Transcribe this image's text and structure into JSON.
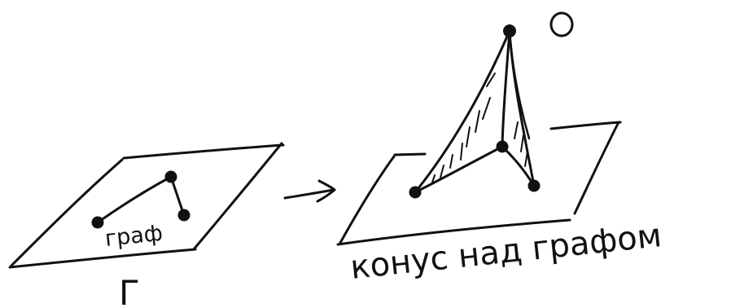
{
  "left_figure": {
    "graph_label": "граф",
    "plane_label": "Г"
  },
  "right_figure": {
    "apex_label": "O",
    "caption": "конус над графом"
  },
  "ink_color": "#111111"
}
